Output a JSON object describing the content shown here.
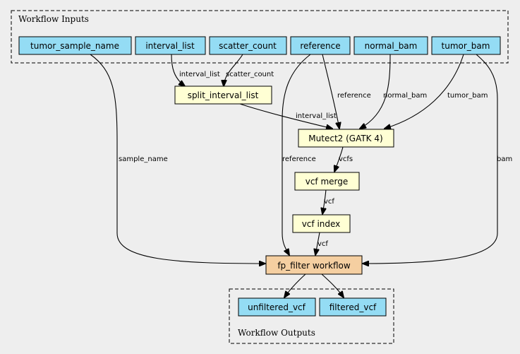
{
  "clusters": {
    "inputs_label": "Workflow Inputs",
    "outputs_label": "Workflow Outputs"
  },
  "nodes": {
    "tumor_sample_name": "tumor_sample_name",
    "interval_list": "interval_list",
    "scatter_count": "scatter_count",
    "reference": "reference",
    "normal_bam": "normal_bam",
    "tumor_bam": "tumor_bam",
    "split_interval_list": "split_interval_list",
    "mutect2": "Mutect2 (GATK 4)",
    "vcf_merge": "vcf merge",
    "vcf_index": "vcf index",
    "fp_filter": "fp_filter workflow",
    "unfiltered_vcf": "unfiltered_vcf",
    "filtered_vcf": "filtered_vcf"
  },
  "edges": {
    "interval_list_to_split": "interval_list",
    "scatter_count_to_split": "scatter_count",
    "split_to_mutect": "interval_list",
    "reference_to_mutect": "reference",
    "normal_bam_to_mutect": "normal_bam",
    "tumor_bam_to_mutect": "tumor_bam",
    "sample_name_to_fp": "sample_name",
    "reference_to_fp": "reference",
    "tumor_bam_to_fp": "bam",
    "mutect_to_merge": "vcfs",
    "merge_to_index": "vcf",
    "index_to_fp": "vcf"
  },
  "colors": {
    "input_fill": "#94dcf4",
    "step_fill": "#ffffd4",
    "subworkflow_fill": "#f5cfa1",
    "background": "#eeeeee"
  }
}
